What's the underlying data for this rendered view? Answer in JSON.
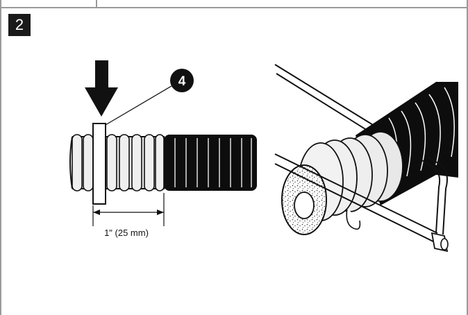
{
  "step": {
    "number": "2"
  },
  "left_figure": {
    "callout_number": "4",
    "dimension_label": "1\" (25 mm)"
  },
  "colors": {
    "ink": "#111111",
    "frame": "#9a9a9a",
    "badge_bg": "#1a1a1a",
    "light_hose": "#e6e6e6",
    "dark_hose": "#0d0d0d"
  },
  "icons": {
    "push_arrow": "down-arrow-icon",
    "saw": "hacksaw-icon"
  }
}
